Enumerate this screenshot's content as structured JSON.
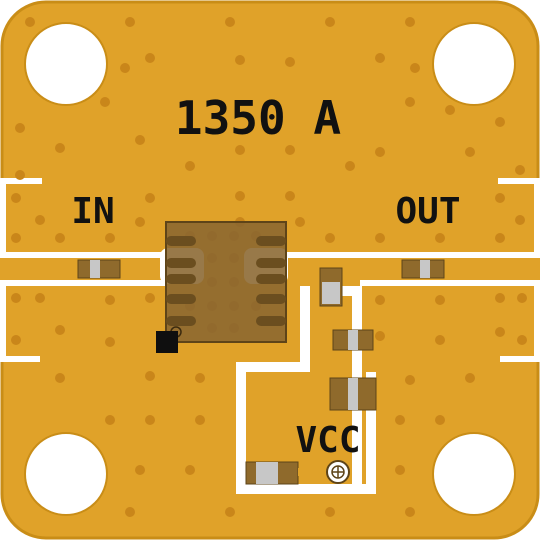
{
  "board": {
    "part_number": "1350 A",
    "labels": {
      "input": "IN",
      "output": "OUT",
      "supply": "VCC"
    }
  },
  "colors": {
    "substrate": "#e0a229",
    "copper_edge": "#c98d17",
    "trace_gap": "#ffffff",
    "via": "#c9861a",
    "component_body": "#8f6a2c",
    "component_pad": "#c7c7c7",
    "ic_body": "#8a6630",
    "silkscreen": "#111111"
  },
  "icons": {
    "mounting_hole": "mounting-hole-icon",
    "pin1_marker": "pin-one-marker-icon",
    "test_point": "test-point-icon"
  }
}
